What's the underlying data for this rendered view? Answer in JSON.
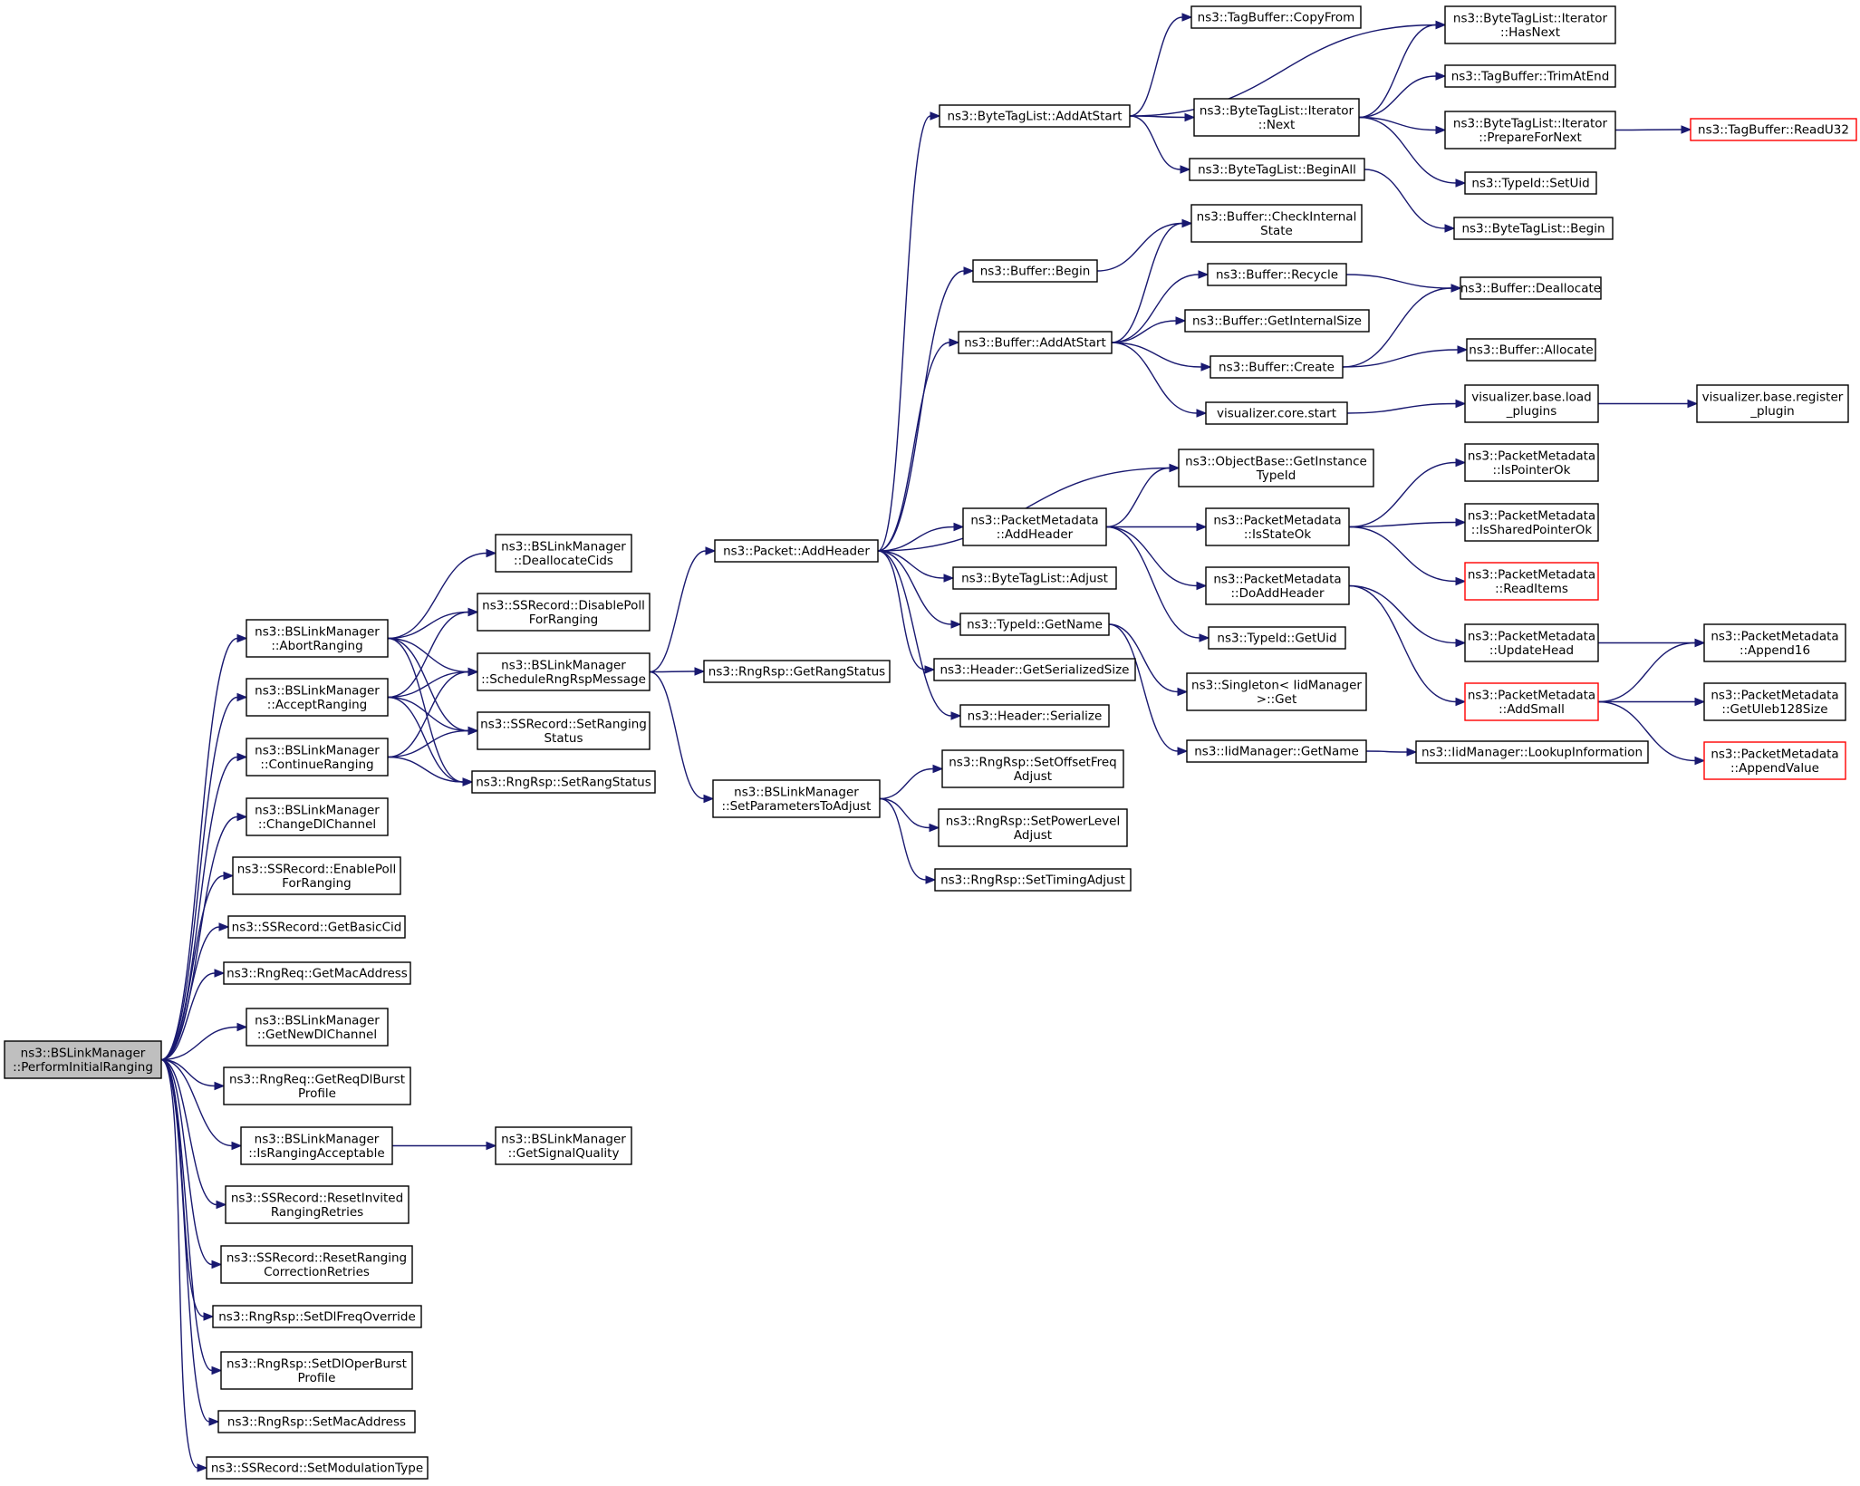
{
  "graph": {
    "root": "perform-initial-ranging",
    "colors": {
      "edge": "#191970",
      "node_border": "#000000",
      "truncated_border": "#ff0000",
      "root_fill": "#bfbfbf",
      "node_fill": "#ffffff"
    },
    "nodes": [
      {
        "id": "perform-initial-ranging",
        "lines": [
          "ns3::BSLinkManager",
          "::PerformInitialRanging"
        ],
        "style": "root"
      },
      {
        "id": "abort-ranging",
        "lines": [
          "ns3::BSLinkManager",
          "::AbortRanging"
        ]
      },
      {
        "id": "accept-ranging",
        "lines": [
          "ns3::BSLinkManager",
          "::AcceptRanging"
        ]
      },
      {
        "id": "continue-ranging",
        "lines": [
          "ns3::BSLinkManager",
          "::ContinueRanging"
        ]
      },
      {
        "id": "change-dl-channel",
        "lines": [
          "ns3::BSLinkManager",
          "::ChangeDlChannel"
        ]
      },
      {
        "id": "enable-poll-for-ranging",
        "lines": [
          "ns3::SSRecord::EnablePoll",
          "ForRanging"
        ]
      },
      {
        "id": "get-basic-cid",
        "lines": [
          "ns3::SSRecord::GetBasicCid"
        ]
      },
      {
        "id": "get-mac-address",
        "lines": [
          "ns3::RngReq::GetMacAddress"
        ]
      },
      {
        "id": "get-new-dl-channel",
        "lines": [
          "ns3::BSLinkManager",
          "::GetNewDlChannel"
        ]
      },
      {
        "id": "get-req-dl-burst-profile",
        "lines": [
          "ns3::RngReq::GetReqDlBurst",
          "Profile"
        ]
      },
      {
        "id": "is-ranging-acceptable",
        "lines": [
          "ns3::BSLinkManager",
          "::IsRangingAcceptable"
        ]
      },
      {
        "id": "reset-invited-ranging-retries",
        "lines": [
          "ns3::SSRecord::ResetInvited",
          "RangingRetries"
        ]
      },
      {
        "id": "reset-ranging-correction-retries",
        "lines": [
          "ns3::SSRecord::ResetRanging",
          "CorrectionRetries"
        ]
      },
      {
        "id": "set-dl-freq-override",
        "lines": [
          "ns3::RngRsp::SetDlFreqOverride"
        ]
      },
      {
        "id": "set-dl-oper-burst-profile",
        "lines": [
          "ns3::RngRsp::SetDlOperBurst",
          "Profile"
        ]
      },
      {
        "id": "set-mac-address",
        "lines": [
          "ns3::RngRsp::SetMacAddress"
        ]
      },
      {
        "id": "set-modulation-type",
        "lines": [
          "ns3::SSRecord::SetModulationType"
        ]
      },
      {
        "id": "deallocate-cids",
        "lines": [
          "ns3::BSLinkManager",
          "::DeallocateCids"
        ]
      },
      {
        "id": "disable-poll-for-ranging",
        "lines": [
          "ns3::SSRecord::DisablePoll",
          "ForRanging"
        ]
      },
      {
        "id": "schedule-rng-rsp-message",
        "lines": [
          "ns3::BSLinkManager",
          "::ScheduleRngRspMessage"
        ]
      },
      {
        "id": "set-ranging-status",
        "lines": [
          "ns3::SSRecord::SetRanging",
          "Status"
        ]
      },
      {
        "id": "set-rang-status",
        "lines": [
          "ns3::RngRsp::SetRangStatus"
        ]
      },
      {
        "id": "get-signal-quality",
        "lines": [
          "ns3::BSLinkManager",
          "::GetSignalQuality"
        ]
      },
      {
        "id": "packet-add-header",
        "lines": [
          "ns3::Packet::AddHeader"
        ]
      },
      {
        "id": "get-rang-status",
        "lines": [
          "ns3::RngRsp::GetRangStatus"
        ]
      },
      {
        "id": "set-parameters-to-adjust",
        "lines": [
          "ns3::BSLinkManager",
          "::SetParametersToAdjust"
        ]
      },
      {
        "id": "set-offset-freq-adjust",
        "lines": [
          "ns3::RngRsp::SetOffsetFreq",
          "Adjust"
        ]
      },
      {
        "id": "set-power-level-adjust",
        "lines": [
          "ns3::RngRsp::SetPowerLevel",
          "Adjust"
        ]
      },
      {
        "id": "set-timing-adjust",
        "lines": [
          "ns3::RngRsp::SetTimingAdjust"
        ]
      },
      {
        "id": "byte-tag-list-add-at-start",
        "lines": [
          "ns3::ByteTagList::AddAtStart"
        ]
      },
      {
        "id": "buffer-begin",
        "lines": [
          "ns3::Buffer::Begin"
        ]
      },
      {
        "id": "buffer-add-at-start",
        "lines": [
          "ns3::Buffer::AddAtStart"
        ]
      },
      {
        "id": "object-base-get-instance-type-id",
        "lines": [
          "ns3::ObjectBase::GetInstance",
          "TypeId"
        ]
      },
      {
        "id": "packet-metadata-add-header",
        "lines": [
          "ns3::PacketMetadata",
          "::AddHeader"
        ]
      },
      {
        "id": "byte-tag-list-adjust",
        "lines": [
          "ns3::ByteTagList::Adjust"
        ]
      },
      {
        "id": "type-id-get-name",
        "lines": [
          "ns3::TypeId::GetName"
        ]
      },
      {
        "id": "header-get-serialized-size",
        "lines": [
          "ns3::Header::GetSerializedSize"
        ]
      },
      {
        "id": "header-serialize",
        "lines": [
          "ns3::Header::Serialize"
        ]
      },
      {
        "id": "tag-buffer-copy-from",
        "lines": [
          "ns3::TagBuffer::CopyFrom"
        ]
      },
      {
        "id": "byte-tag-list-iterator-next",
        "lines": [
          "ns3::ByteTagList::Iterator",
          "::Next"
        ]
      },
      {
        "id": "byte-tag-list-begin-all",
        "lines": [
          "ns3::ByteTagList::BeginAll"
        ]
      },
      {
        "id": "buffer-check-internal-state",
        "lines": [
          "ns3::Buffer::CheckInternal",
          "State"
        ]
      },
      {
        "id": "buffer-recycle",
        "lines": [
          "ns3::Buffer::Recycle"
        ]
      },
      {
        "id": "buffer-get-internal-size",
        "lines": [
          "ns3::Buffer::GetInternalSize"
        ]
      },
      {
        "id": "buffer-create",
        "lines": [
          "ns3::Buffer::Create"
        ]
      },
      {
        "id": "visualizer-core-start",
        "lines": [
          "visualizer.core.start"
        ]
      },
      {
        "id": "packet-metadata-is-state-ok",
        "lines": [
          "ns3::PacketMetadata",
          "::IsStateOk"
        ]
      },
      {
        "id": "packet-metadata-do-add-header",
        "lines": [
          "ns3::PacketMetadata",
          "::DoAddHeader"
        ]
      },
      {
        "id": "type-id-get-uid",
        "lines": [
          "ns3::TypeId::GetUid"
        ]
      },
      {
        "id": "singleton-iid-manager-get",
        "lines": [
          "ns3::Singleton< IidManager",
          " >::Get"
        ]
      },
      {
        "id": "iid-manager-get-name",
        "lines": [
          "ns3::IidManager::GetName"
        ]
      },
      {
        "id": "byte-tag-list-iterator-has-next",
        "lines": [
          "ns3::ByteTagList::Iterator",
          "::HasNext"
        ]
      },
      {
        "id": "tag-buffer-trim-at-end",
        "lines": [
          "ns3::TagBuffer::TrimAtEnd"
        ]
      },
      {
        "id": "byte-tag-list-iterator-prepare-for-next",
        "lines": [
          "ns3::ByteTagList::Iterator",
          "::PrepareForNext"
        ]
      },
      {
        "id": "type-id-set-uid",
        "lines": [
          "ns3::TypeId::SetUid"
        ]
      },
      {
        "id": "byte-tag-list-begin",
        "lines": [
          "ns3::ByteTagList::Begin"
        ]
      },
      {
        "id": "buffer-deallocate",
        "lines": [
          "ns3::Buffer::Deallocate"
        ]
      },
      {
        "id": "buffer-allocate",
        "lines": [
          "ns3::Buffer::Allocate"
        ]
      },
      {
        "id": "visualizer-base-load-plugins",
        "lines": [
          "visualizer.base.load",
          "_plugins"
        ]
      },
      {
        "id": "packet-metadata-is-pointer-ok",
        "lines": [
          "ns3::PacketMetadata",
          "::IsPointerOk"
        ]
      },
      {
        "id": "packet-metadata-is-shared-pointer-ok",
        "lines": [
          "ns3::PacketMetadata",
          "::IsSharedPointerOk"
        ]
      },
      {
        "id": "packet-metadata-read-items",
        "lines": [
          "ns3::PacketMetadata",
          "::ReadItems"
        ],
        "style": "truncated"
      },
      {
        "id": "packet-metadata-update-head",
        "lines": [
          "ns3::PacketMetadata",
          "::UpdateHead"
        ]
      },
      {
        "id": "packet-metadata-add-small",
        "lines": [
          "ns3::PacketMetadata",
          "::AddSmall"
        ],
        "style": "truncated"
      },
      {
        "id": "iid-manager-lookup-information",
        "lines": [
          "ns3::IidManager::LookupInformation"
        ]
      },
      {
        "id": "tag-buffer-read-u32",
        "lines": [
          "ns3::TagBuffer::ReadU32"
        ],
        "style": "truncated"
      },
      {
        "id": "visualizer-base-register-plugin",
        "lines": [
          "visualizer.base.register",
          "_plugin"
        ]
      },
      {
        "id": "packet-metadata-append16",
        "lines": [
          "ns3::PacketMetadata",
          "::Append16"
        ]
      },
      {
        "id": "packet-metadata-get-uleb128-size",
        "lines": [
          "ns3::PacketMetadata",
          "::GetUleb128Size"
        ]
      },
      {
        "id": "packet-metadata-append-value",
        "lines": [
          "ns3::PacketMetadata",
          "::AppendValue"
        ],
        "style": "truncated"
      }
    ],
    "edges": [
      [
        "perform-initial-ranging",
        "abort-ranging"
      ],
      [
        "perform-initial-ranging",
        "accept-ranging"
      ],
      [
        "perform-initial-ranging",
        "continue-ranging"
      ],
      [
        "perform-initial-ranging",
        "change-dl-channel"
      ],
      [
        "perform-initial-ranging",
        "enable-poll-for-ranging"
      ],
      [
        "perform-initial-ranging",
        "get-basic-cid"
      ],
      [
        "perform-initial-ranging",
        "get-mac-address"
      ],
      [
        "perform-initial-ranging",
        "get-new-dl-channel"
      ],
      [
        "perform-initial-ranging",
        "get-req-dl-burst-profile"
      ],
      [
        "perform-initial-ranging",
        "is-ranging-acceptable"
      ],
      [
        "perform-initial-ranging",
        "reset-invited-ranging-retries"
      ],
      [
        "perform-initial-ranging",
        "reset-ranging-correction-retries"
      ],
      [
        "perform-initial-ranging",
        "set-dl-freq-override"
      ],
      [
        "perform-initial-ranging",
        "set-dl-oper-burst-profile"
      ],
      [
        "perform-initial-ranging",
        "set-mac-address"
      ],
      [
        "perform-initial-ranging",
        "set-modulation-type"
      ],
      [
        "abort-ranging",
        "deallocate-cids"
      ],
      [
        "abort-ranging",
        "disable-poll-for-ranging"
      ],
      [
        "abort-ranging",
        "schedule-rng-rsp-message"
      ],
      [
        "abort-ranging",
        "set-ranging-status"
      ],
      [
        "abort-ranging",
        "set-rang-status"
      ],
      [
        "accept-ranging",
        "disable-poll-for-ranging"
      ],
      [
        "accept-ranging",
        "schedule-rng-rsp-message"
      ],
      [
        "accept-ranging",
        "set-ranging-status"
      ],
      [
        "accept-ranging",
        "set-rang-status"
      ],
      [
        "continue-ranging",
        "schedule-rng-rsp-message"
      ],
      [
        "continue-ranging",
        "set-ranging-status"
      ],
      [
        "continue-ranging",
        "set-rang-status"
      ],
      [
        "is-ranging-acceptable",
        "get-signal-quality"
      ],
      [
        "schedule-rng-rsp-message",
        "packet-add-header"
      ],
      [
        "schedule-rng-rsp-message",
        "get-rang-status"
      ],
      [
        "schedule-rng-rsp-message",
        "set-parameters-to-adjust"
      ],
      [
        "set-parameters-to-adjust",
        "set-offset-freq-adjust"
      ],
      [
        "set-parameters-to-adjust",
        "set-power-level-adjust"
      ],
      [
        "set-parameters-to-adjust",
        "set-timing-adjust"
      ],
      [
        "packet-add-header",
        "byte-tag-list-add-at-start"
      ],
      [
        "packet-add-header",
        "buffer-begin"
      ],
      [
        "packet-add-header",
        "buffer-add-at-start"
      ],
      [
        "packet-add-header",
        "object-base-get-instance-type-id"
      ],
      [
        "packet-add-header",
        "packet-metadata-add-header"
      ],
      [
        "packet-add-header",
        "byte-tag-list-adjust"
      ],
      [
        "packet-add-header",
        "type-id-get-name"
      ],
      [
        "packet-add-header",
        "header-get-serialized-size"
      ],
      [
        "packet-add-header",
        "header-serialize"
      ],
      [
        "byte-tag-list-add-at-start",
        "tag-buffer-copy-from"
      ],
      [
        "byte-tag-list-add-at-start",
        "byte-tag-list-iterator-has-next"
      ],
      [
        "byte-tag-list-add-at-start",
        "byte-tag-list-iterator-next"
      ],
      [
        "byte-tag-list-add-at-start",
        "byte-tag-list-begin-all"
      ],
      [
        "byte-tag-list-iterator-next",
        "byte-tag-list-iterator-has-next"
      ],
      [
        "byte-tag-list-iterator-next",
        "tag-buffer-trim-at-end"
      ],
      [
        "byte-tag-list-iterator-next",
        "byte-tag-list-iterator-prepare-for-next"
      ],
      [
        "byte-tag-list-iterator-next",
        "type-id-set-uid"
      ],
      [
        "byte-tag-list-iterator-prepare-for-next",
        "tag-buffer-read-u32"
      ],
      [
        "byte-tag-list-begin-all",
        "byte-tag-list-begin"
      ],
      [
        "buffer-begin",
        "buffer-check-internal-state"
      ],
      [
        "buffer-add-at-start",
        "buffer-check-internal-state"
      ],
      [
        "buffer-add-at-start",
        "buffer-recycle"
      ],
      [
        "buffer-add-at-start",
        "buffer-get-internal-size"
      ],
      [
        "buffer-add-at-start",
        "buffer-create"
      ],
      [
        "buffer-add-at-start",
        "visualizer-core-start"
      ],
      [
        "buffer-recycle",
        "buffer-deallocate"
      ],
      [
        "buffer-create",
        "buffer-deallocate"
      ],
      [
        "buffer-create",
        "buffer-allocate"
      ],
      [
        "visualizer-core-start",
        "visualizer-base-load-plugins"
      ],
      [
        "visualizer-base-load-plugins",
        "visualizer-base-register-plugin"
      ],
      [
        "packet-metadata-add-header",
        "object-base-get-instance-type-id"
      ],
      [
        "packet-metadata-add-header",
        "packet-metadata-is-state-ok"
      ],
      [
        "packet-metadata-add-header",
        "packet-metadata-do-add-header"
      ],
      [
        "packet-metadata-add-header",
        "type-id-get-uid"
      ],
      [
        "packet-metadata-is-state-ok",
        "packet-metadata-is-pointer-ok"
      ],
      [
        "packet-metadata-is-state-ok",
        "packet-metadata-is-shared-pointer-ok"
      ],
      [
        "packet-metadata-is-state-ok",
        "packet-metadata-read-items"
      ],
      [
        "packet-metadata-do-add-header",
        "packet-metadata-update-head"
      ],
      [
        "packet-metadata-do-add-header",
        "packet-metadata-add-small"
      ],
      [
        "packet-metadata-update-head",
        "packet-metadata-append16"
      ],
      [
        "packet-metadata-add-small",
        "packet-metadata-append16"
      ],
      [
        "packet-metadata-add-small",
        "packet-metadata-get-uleb128-size"
      ],
      [
        "packet-metadata-add-small",
        "packet-metadata-append-value"
      ],
      [
        "type-id-get-name",
        "singleton-iid-manager-get"
      ],
      [
        "type-id-get-name",
        "iid-manager-get-name"
      ],
      [
        "iid-manager-get-name",
        "iid-manager-lookup-information"
      ]
    ]
  }
}
